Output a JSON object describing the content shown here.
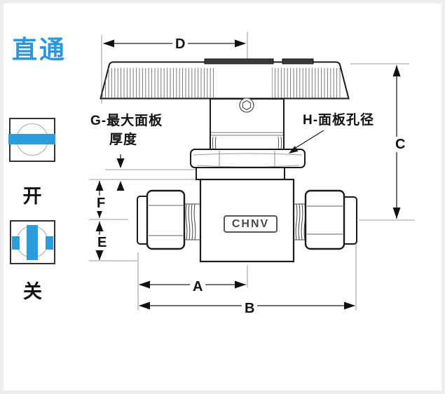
{
  "title": {
    "text": "直通"
  },
  "legend": {
    "open": {
      "label": "开"
    },
    "closed": {
      "label": "关"
    }
  },
  "drawing": {
    "brand_label": "CHNV",
    "annotations": {
      "g_line1": "G-最大面板",
      "g_line2": "厚度",
      "h": "H-面板孔径"
    },
    "dimensions": {
      "d": "D",
      "c": "C",
      "f": "F",
      "e": "E",
      "a": "A",
      "b": "B"
    }
  },
  "colors": {
    "accent_blue": "#2b9cde",
    "title_blue": "#2b96de",
    "object_line": "#1a1a1a",
    "dimension_line": "#222222",
    "reference_line": "#999999",
    "brand_gray": "#4a4a4a",
    "background": "#ffffff",
    "frame": "#ededed"
  }
}
